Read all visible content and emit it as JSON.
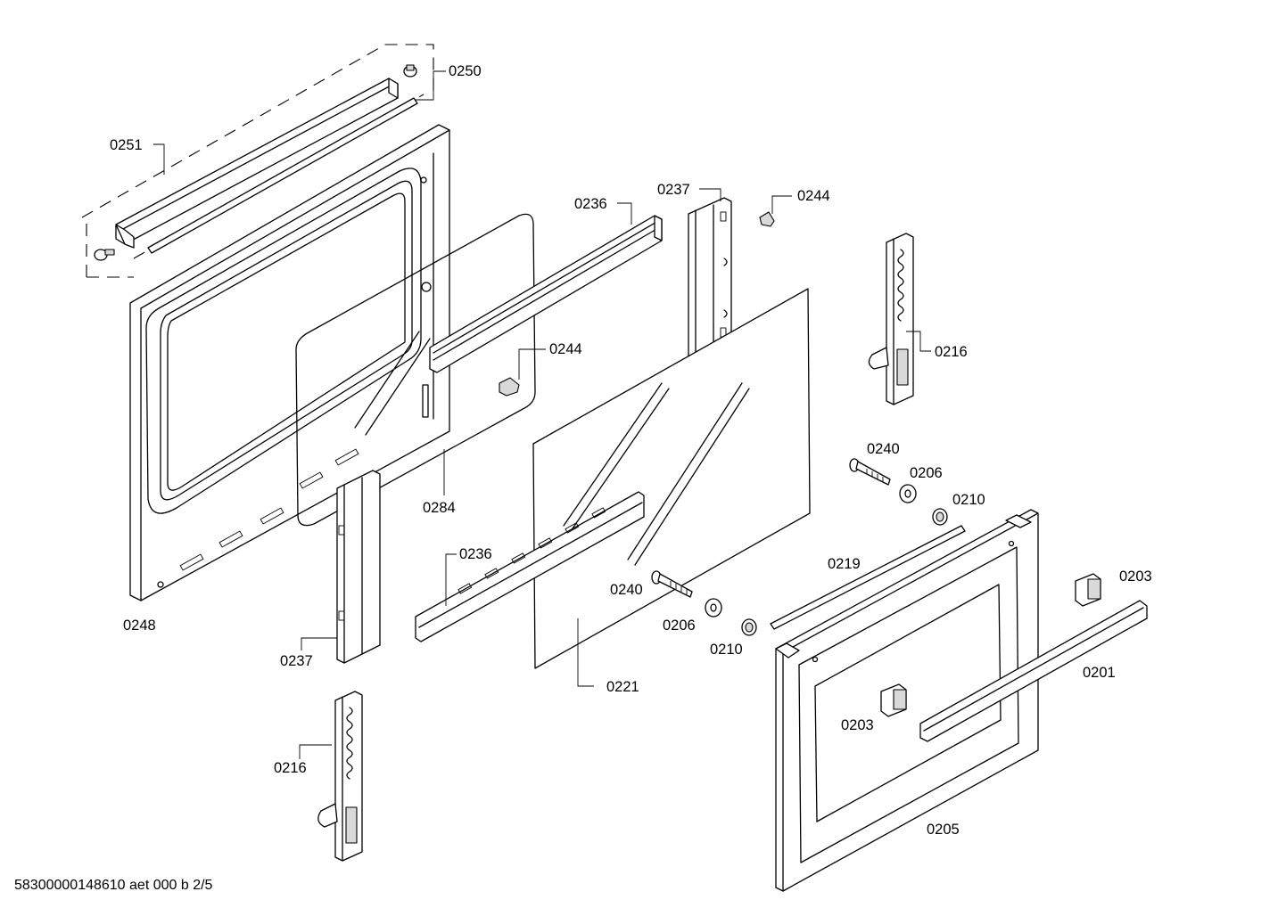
{
  "labels": {
    "p0250": "0250",
    "p0251": "0251",
    "p0236_top": "0236",
    "p0237_top": "0237",
    "p0244_top": "0244",
    "p0244_mid": "0244",
    "p0216_right": "0216",
    "p0284": "0284",
    "p0248": "0248",
    "p0236_bottom": "0236",
    "p0237_bottom": "0237",
    "p0240_top": "0240",
    "p0206_top": "0206",
    "p0210_top": "0210",
    "p0219": "0219",
    "p0203_right": "0203",
    "p0240_bottom": "0240",
    "p0206_bottom": "0206",
    "p0210_bottom": "0210",
    "p0221": "0221",
    "p0201": "0201",
    "p0203_left": "0203",
    "p0205": "0205",
    "p0216_bottom": "0216"
  },
  "footer": {
    "doc_id": "58300000148610 aet 000 b 2/5"
  }
}
